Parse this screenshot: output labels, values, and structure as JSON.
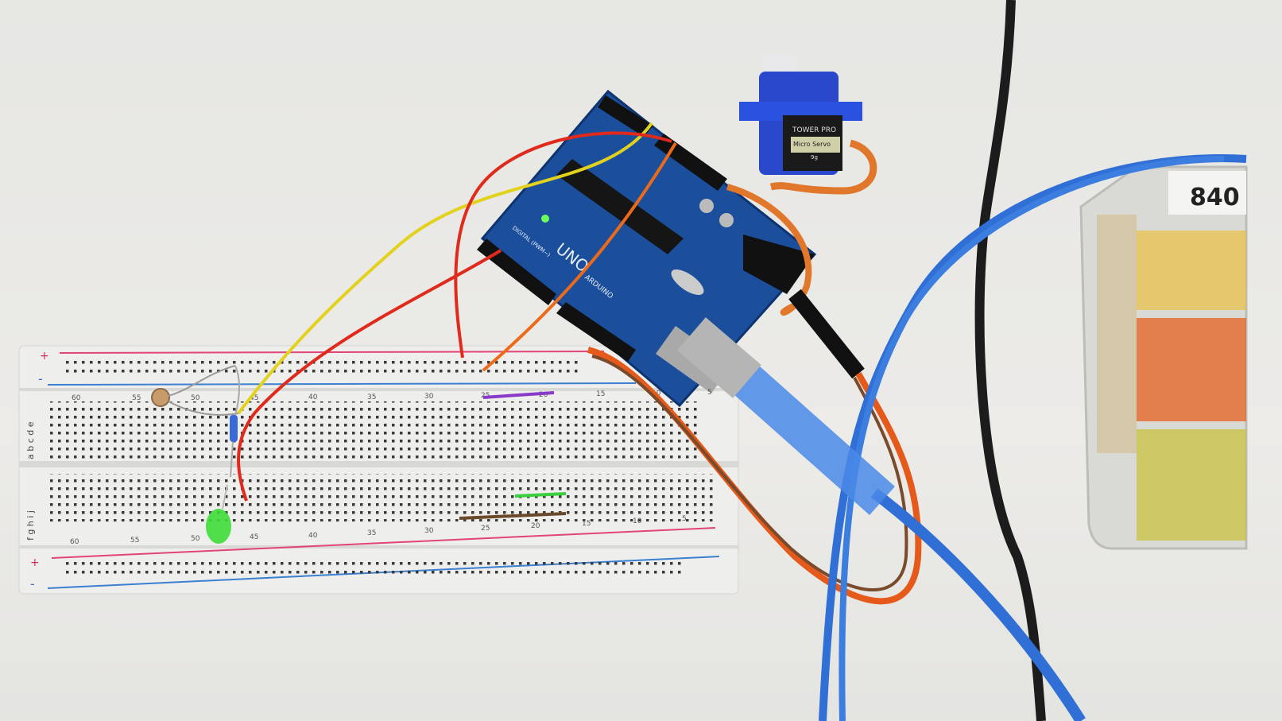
{
  "scene": {
    "breadboard": {
      "column_numbers_top": [
        "60",
        "55",
        "50",
        "45",
        "40",
        "35",
        "30",
        "25",
        "20",
        "15",
        "10",
        "5"
      ],
      "column_numbers_bottom": [
        "60",
        "55",
        "50",
        "45",
        "40",
        "35",
        "30",
        "25",
        "20",
        "15",
        "10",
        "5"
      ],
      "row_letters_upper": "a b c d e",
      "row_letters_lower": "f g h i j",
      "plus": "+",
      "minus": "-"
    },
    "arduino": {
      "model": "UNO",
      "brand": "ARDUINO",
      "digital_label": "DIGITAL (PWM~)"
    },
    "servo": {
      "brand": "TOWER PRO",
      "model": "Micro Servo",
      "size": "9g"
    },
    "parts_box": {
      "label": "840"
    },
    "colors": {
      "arduino_blue": "#1b4f9c",
      "usb_cable": "#2f6fd6",
      "servo_blue": "#1f3fc9",
      "wire_red": "#e02a1c",
      "wire_yellow": "#e3d21d",
      "wire_orange": "#ec6a1a",
      "led_green": "#3fdc3a"
    }
  }
}
